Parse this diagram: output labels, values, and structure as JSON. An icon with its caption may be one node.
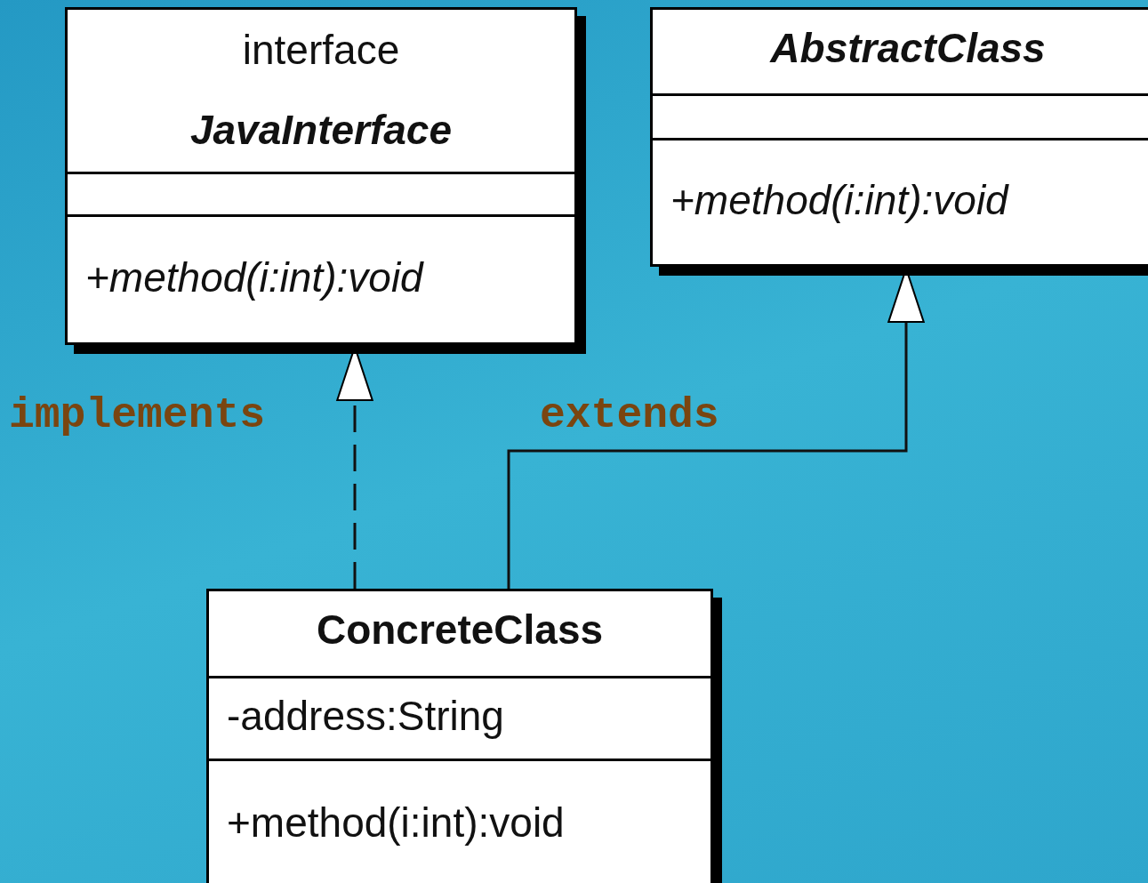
{
  "diagram": {
    "nodes": [
      {
        "text": [
          "interface",
          "JavaInterface",
          "+method(i:int):void"
        ]
      },
      {
        "text": [
          "AbstractClass",
          "+method(i:int):void"
        ]
      },
      {
        "text": [
          "ConcreteClass",
          "-address:String",
          "+method(i:int):void"
        ]
      }
    ],
    "edges": [
      {
        "from": 2,
        "to": 0,
        "arrow": "to",
        "style": "dashed",
        "label": "implements"
      },
      {
        "from": 2,
        "to": 1,
        "arrow": "to",
        "label": "extends"
      }
    ]
  }
}
